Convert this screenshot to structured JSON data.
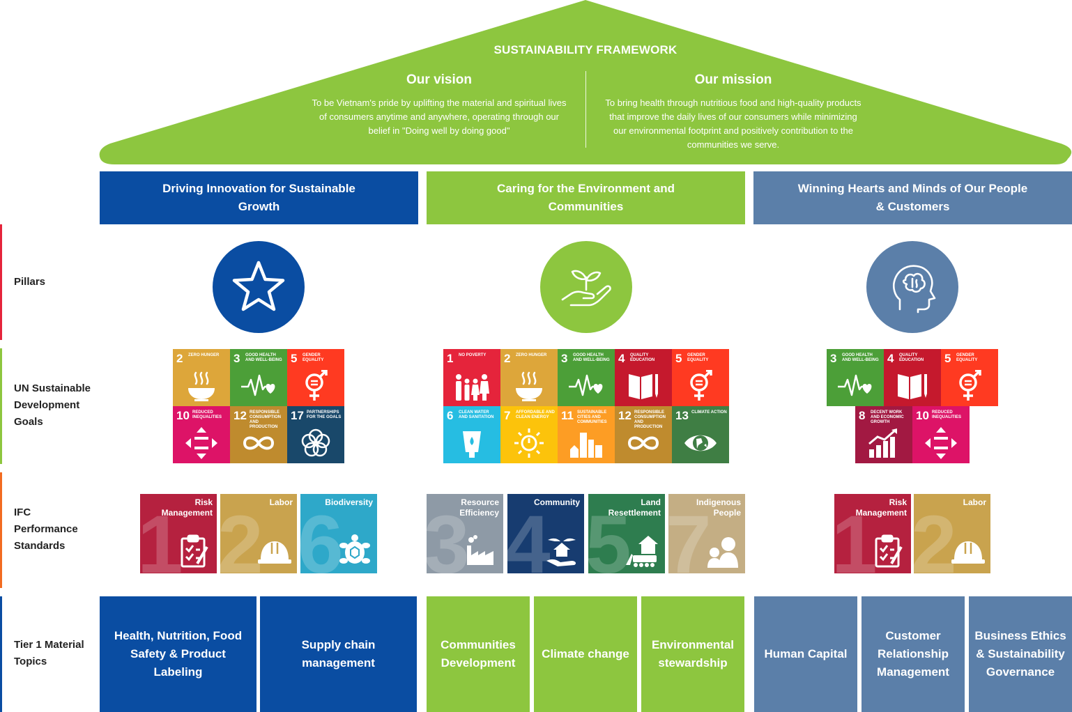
{
  "framework": {
    "title": "SUSTAINABILITY FRAMEWORK",
    "vision_title": "Our vision",
    "vision_text": "To be Vietnam's pride by uplifting the material and spiritual lives of consumers anytime and anywhere, operating through our belief in \"Doing well by doing good\"",
    "mission_title": "Our mission",
    "mission_text": "To bring health through nutritious food and high-quality products that improve the daily lives of our consumers while minimizing our environmental footprint and positively contribution to the communities we serve."
  },
  "row_labels": {
    "pillars": "Pillars",
    "sdg": "UN Sustainable Development Goals",
    "ifc": "IFC Performance Standards",
    "topics": "Tier 1 Material Topics"
  },
  "pillars": [
    {
      "title": "Driving Innovation for Sustainable Growth",
      "color": "#0A4DA2",
      "icon": "star-icon"
    },
    {
      "title": "Caring for the Environment and Communities",
      "color": "#8DC63F",
      "icon": "hand-sprout-icon"
    },
    {
      "title": "Winning Hearts and Minds of Our People & Customers",
      "color": "#5B7FA9",
      "icon": "head-brain-icon"
    }
  ],
  "sdgs": {
    "g1": {
      "num": "1",
      "label": "No poverty",
      "color": "#E5243B"
    },
    "g2": {
      "num": "2",
      "label": "Zero hunger",
      "color": "#DDA63A"
    },
    "g3": {
      "num": "3",
      "label": "Good health and well-being",
      "color": "#4C9F38"
    },
    "g4": {
      "num": "4",
      "label": "Quality education",
      "color": "#C5192D"
    },
    "g5": {
      "num": "5",
      "label": "Gender equality",
      "color": "#FF3A21"
    },
    "g6": {
      "num": "6",
      "label": "Clean water and sanitation",
      "color": "#26BDE2"
    },
    "g7": {
      "num": "7",
      "label": "Affordable and clean energy",
      "color": "#FCC30B"
    },
    "g8": {
      "num": "8",
      "label": "Decent work and economic growth",
      "color": "#A21942"
    },
    "g10": {
      "num": "10",
      "label": "Reduced inequalities",
      "color": "#DD1367"
    },
    "g11": {
      "num": "11",
      "label": "Sustainable cities and communities",
      "color": "#FD9D24"
    },
    "g12": {
      "num": "12",
      "label": "Responsible consumption and production",
      "color": "#BF8B2E"
    },
    "g13": {
      "num": "13",
      "label": "Climate action",
      "color": "#3F7E44"
    },
    "g17": {
      "num": "17",
      "label": "Partnerships for the goals",
      "color": "#19486A"
    }
  },
  "ifc": {
    "ps1": {
      "num": "1",
      "label": "Risk Management",
      "color": "#B5213F"
    },
    "ps2": {
      "num": "2",
      "label": "Labor",
      "color": "#C9A34E"
    },
    "ps3": {
      "num": "3",
      "label": "Resource Efficiency",
      "color": "#8E9AA6"
    },
    "ps4": {
      "num": "4",
      "label": "Community",
      "color": "#173C70"
    },
    "ps5": {
      "num": "5",
      "label": "Land Resettlement",
      "color": "#2E7D4F"
    },
    "ps6": {
      "num": "6",
      "label": "Biodiversity",
      "color": "#2EA8C9"
    },
    "ps7": {
      "num": "7",
      "label": "Indigenous People",
      "color": "#C4AE84"
    }
  },
  "topics": [
    {
      "label": "Health, Nutrition, Food Safety & Product Labeling"
    },
    {
      "label": "Supply chain management"
    },
    {
      "label": "Communities Development"
    },
    {
      "label": "Climate change"
    },
    {
      "label": "Environmental stewardship"
    },
    {
      "label": "Human Capital"
    },
    {
      "label": "Customer Relationship Management"
    },
    {
      "label": "Business Ethics & Sustainability Governance"
    }
  ],
  "colors": {
    "green": "#8DC63F",
    "blue": "#0A4DA2",
    "slate": "#5B7FA9",
    "red_bar": "#E5243B",
    "orange_bar": "#F26B21"
  }
}
